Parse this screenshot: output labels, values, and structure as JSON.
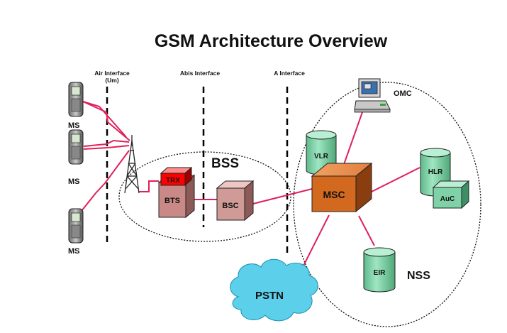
{
  "title": "GSM Architecture Overview",
  "interfaces": {
    "air": "Air Interface",
    "air_sub": "(Um)",
    "abis": "Abis Interface",
    "a": "A Interface"
  },
  "mobile_stations": [
    "MS",
    "MS",
    "MS"
  ],
  "bss": {
    "group_label": "BSS",
    "trx": "TRX",
    "bts": "BTS",
    "bsc": "BSC"
  },
  "nss": {
    "group_label": "NSS",
    "msc": "MSC",
    "vlr": "VLR",
    "hlr": "HLR",
    "auc": "AuC",
    "eir": "EIR",
    "omc": "OMC"
  },
  "pstn": "PSTN",
  "colors": {
    "link": "#e0205a",
    "msc_front": "#d2691e",
    "bts_front": "#c98a87",
    "trx": "#ff0000",
    "database": "#7fd1a8",
    "cloud": "#5ccfea"
  }
}
